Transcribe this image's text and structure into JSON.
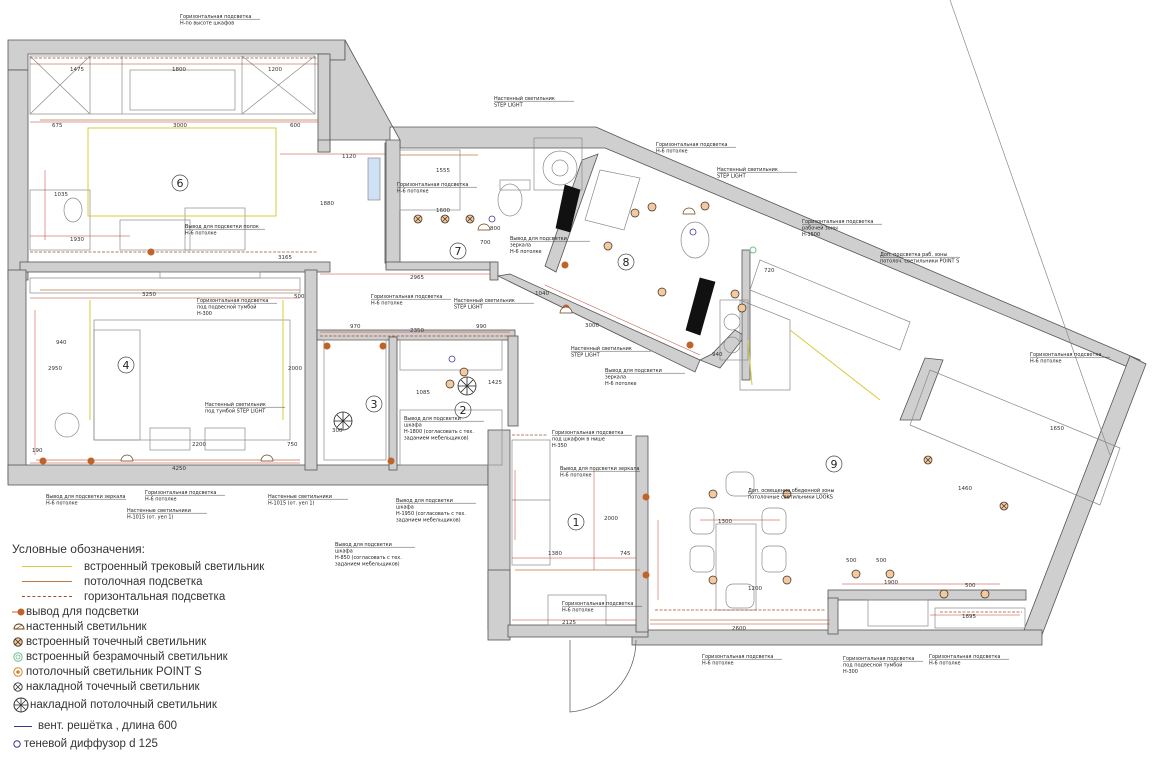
{
  "rooms": [
    "1",
    "2",
    "3",
    "4",
    "6",
    "7",
    "8",
    "9"
  ],
  "callouts": {
    "c_top": [
      "Горизонтальная подсветка",
      "H-по высоте шкафов"
    ],
    "c_step1": [
      "Настенный светильник",
      "STEP LIGHT"
    ],
    "c_hor_h6_a": [
      "Горизонтальная подсветка",
      "H-6 потолке"
    ],
    "c_step2": [
      "Настенный светильник",
      "STEP LIGHT"
    ],
    "c_work": [
      "Горизонтальная подсветка",
      "рабочей зоны",
      "H-1500"
    ],
    "c_point": [
      "Доп. подсветка раб. зоны",
      "потолоч. светильники POINT S"
    ],
    "c_vyvod_pol": [
      "Вывод для подсветки полок",
      "H-6 потолке"
    ],
    "c_hor_kitchen6": [
      "Горизонтальная подсветка",
      "H-6 потолке"
    ],
    "c_hor_h6_b": [
      "Горизонтальная подсветка",
      "H-6 потолке"
    ],
    "c_step3": [
      "Настенный светильник",
      "STEP LIGHT"
    ],
    "c_mirror7": [
      "Вывод для подсветки",
      "зеркала",
      "H-6 потолке"
    ],
    "c_tumba4": [
      "Горизонтальная подсветка",
      "под подвесной тумбой",
      "H-300"
    ],
    "c_step4": [
      "Настенный светильник",
      "STEP LIGHT"
    ],
    "c_mirror8": [
      "Вывод для подсветки",
      "зеркала",
      "H-6 потолке"
    ],
    "c_step_tumba": [
      "Настенный светильник",
      "под тумбой STEP LIGHT"
    ],
    "c_shkaf1800": [
      "Вывод для подсветки",
      "шкафа",
      "H-1800 (согласовать с тех.",
      "заданием мебельщиков)"
    ],
    "c_hor_shkaf": [
      "Горизонтальная подсветка",
      "под шкафом в нише",
      "H-350"
    ],
    "c_mirror1": [
      "Вывод для подсветки зеркала",
      "H-6 потолке"
    ],
    "c_dining": [
      "Доп. освещение обеденной зоны",
      "потолочные светильники LOOKS"
    ],
    "c_vyvod_mirror": [
      "Вывод для подсветки зеркала",
      "H-6 потолке"
    ],
    "c_hor4": [
      "Горизонтальная подсветка",
      "H-6 потолке"
    ],
    "c_wall4a": [
      "Настенные светильники",
      "H-1015 (от. уел 1)"
    ],
    "c_wall4b": [
      "Настенные светильники",
      "H-1015 (от. уел 1)"
    ],
    "c_shkaf1950": [
      "Вывод для подсветки",
      "шкафа",
      "H-1950 (согласовать с тех.",
      "заданием мебельщиков)"
    ],
    "c_shkaf850": [
      "Вывод для подсветки",
      "шкафа",
      "H-850 (согласовать с тех.",
      "заданием мебельщиков)"
    ],
    "c_hor1": [
      "Горизонтальная подсветка",
      "H-6 потолке"
    ],
    "c_hor9a": [
      "Горизонтальная подсветка",
      "H-6 потолке"
    ],
    "c_tumba9": [
      "Горизонтальная подсветка",
      "под подвесной тумбой",
      "H-300"
    ],
    "c_hor9b": [
      "Горизонтальная подсветка",
      "H-6 потолке"
    ],
    "c_hor9c": [
      "Горизонтальная подсветка",
      "H-6 потолке"
    ]
  },
  "dims": {
    "d1": "1475",
    "d2": "1800",
    "d3": "1200",
    "d4": "675",
    "d5": "3000",
    "d6": "600",
    "d7": "1120",
    "d8": "1880",
    "d9": "1035",
    "d10": "1930",
    "d11": "3165",
    "d12": "3250",
    "d13": "500",
    "d14": "4250",
    "d15": "2200",
    "d16": "750",
    "d17": "2965",
    "d18": "970",
    "d19": "2350",
    "d20": "990",
    "d21": "1040",
    "d22": "3000",
    "d23": "1380",
    "d24": "745",
    "d25": "2125",
    "d26": "2600",
    "d27": "1300",
    "d28": "1200",
    "d29": "500",
    "d30": "500",
    "d31": "1900",
    "d32": "500",
    "d33": "1895",
    "d34": "1460",
    "d35": "1650",
    "d36": "1555",
    "d37": "1600",
    "d38": "2000",
    "d39": "2000",
    "d40": "2950",
    "d41": "940",
    "d42": "190",
    "d43": "700",
    "d44": "800",
    "d45": "300",
    "d46": "1085",
    "d47": "1425",
    "d48": "940",
    "d49": "720"
  },
  "legend": {
    "title": "Условные обозначения:",
    "items": [
      {
        "label": "встроенный трековый светильник",
        "icon": "track-line-icon",
        "color": "#d8cb3a"
      },
      {
        "label": "потолочная подсветка",
        "icon": "ceiling-line-icon",
        "color": "#b97a4a"
      },
      {
        "label": "горизонтальная подсветка",
        "icon": "horizontal-line-icon",
        "color": "#a0522d"
      },
      {
        "label": "вывод для подсветки",
        "icon": "outlet-icon",
        "color": "#c0632a"
      },
      {
        "label": "настенный светильник",
        "icon": "wall-lamp-icon",
        "color": "#b86b2a"
      },
      {
        "label": "встроенный точечный светильник",
        "icon": "spot-icon",
        "color": "#c66a1e"
      },
      {
        "label": "встроенный безрамочный светильник",
        "icon": "frameless-icon",
        "color": "#6fbf8a"
      },
      {
        "label": "потолочный светильник POINT S",
        "icon": "point-s-icon",
        "color": "#d4832f"
      },
      {
        "label": "накладной точечный светильник",
        "icon": "surface-spot-icon",
        "color": "#333333"
      },
      {
        "label": "накладной потолочный светильник",
        "icon": "surface-ceiling-icon",
        "color": "#333333"
      },
      {
        "label": "вент. решётка , длина 600",
        "icon": "vent-grille-icon",
        "color": "#3a3a8c"
      },
      {
        "label": "теневой диффузор d 125",
        "icon": "diffuser-icon",
        "color": "#3a3a8c"
      }
    ]
  }
}
